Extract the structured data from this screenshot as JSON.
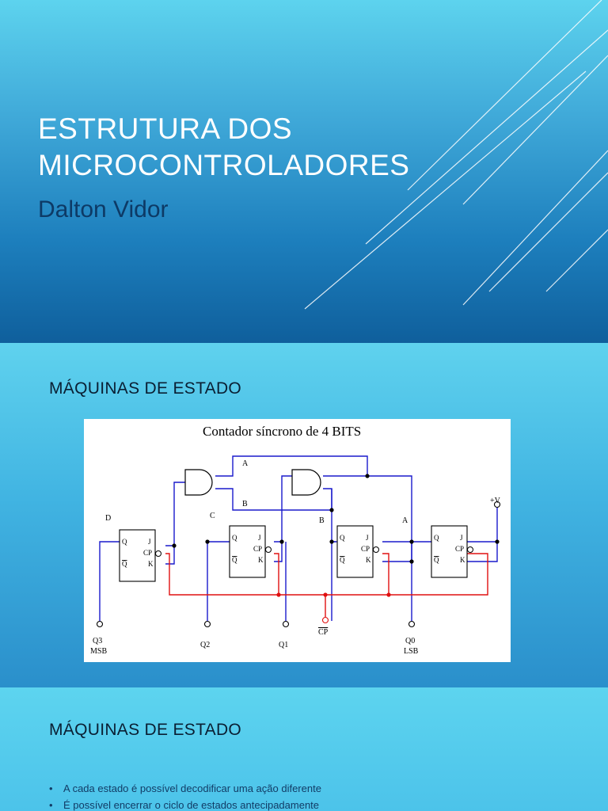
{
  "slide1": {
    "title_line1": "ESTRUTURA DOS",
    "title_line2": "MICROCONTROLADORES",
    "subtitle": "Dalton Vidor"
  },
  "slide2": {
    "heading": "MÁQUINAS DE ESTADO",
    "diagram": {
      "title": "Contador síncrono de 4 BITS",
      "labels": {
        "A": "A",
        "B": "B",
        "C": "C",
        "D": "D",
        "plus_v": "+V",
        "q3": "Q3",
        "msb": "MSB",
        "q2": "Q2",
        "q1": "Q1",
        "cp": "CP",
        "q0": "Q0",
        "lsb": "LSB"
      },
      "pins": {
        "q": "Q",
        "qbar": "Q",
        "j": "J",
        "cp": "CP",
        "k": "K"
      },
      "colors": {
        "wire": "#1a1acc",
        "clock": "#e01010",
        "node": "#000000"
      }
    }
  },
  "slide3": {
    "heading": "MÁQUINAS DE ESTADO",
    "bullets": [
      "A cada estado é possível decodificar uma ação diferente",
      "É possível encerrar o ciclo de estados antecipadamente"
    ]
  }
}
